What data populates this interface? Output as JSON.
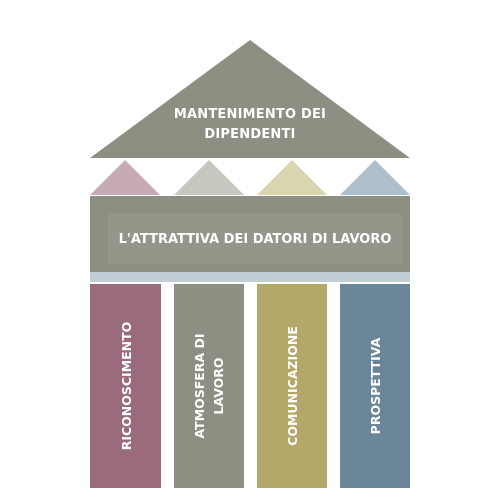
{
  "roof": {
    "line1": "MANTENIMENTO DEI",
    "line2": "DIPENDENTI",
    "color": "#8c8f82"
  },
  "beam": {
    "label": "L'ATTRATTIVA DEI DATORI DI LAVORO",
    "color": "#8c8f82",
    "underline_color": "#c3cdd6"
  },
  "pillars": [
    {
      "line1": "RICONOSCIMENTO",
      "line2": "",
      "color": "#9a6b7c",
      "cap_color": "#c7aab6"
    },
    {
      "line1": "ATMOSFERA DI",
      "line2": "LAVORO",
      "color": "#8c8f82",
      "cap_color": "#c6c8c0"
    },
    {
      "line1": "COMUNICAZIONE",
      "line2": "",
      "color": "#b3a86a",
      "cap_color": "#dad6b0"
    },
    {
      "line1": "PROSPETTIVA",
      "line2": "",
      "color": "#6b8699",
      "cap_color": "#aebfcb"
    }
  ]
}
